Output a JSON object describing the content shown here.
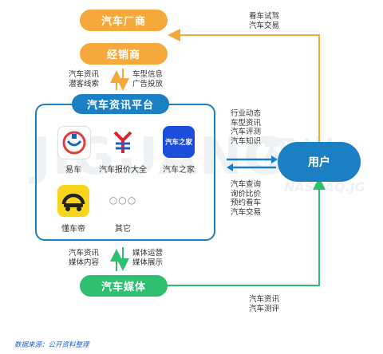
{
  "nodes": {
    "manufacturer": "汽车厂商",
    "dealer": "经销商",
    "platform": "汽车资讯平台",
    "user": "用户",
    "media": "汽车媒体"
  },
  "colors": {
    "orange": "#F6A93B",
    "blue": "#1B7FC3",
    "green": "#2FBF71"
  },
  "edges": {
    "user_to_manufacturer": [
      "看车试驾",
      "汽车交易"
    ],
    "dealer_to_platform": [
      "汽车资讯",
      "潜客线索"
    ],
    "platform_to_dealer": [
      "车型信息",
      "广告投放"
    ],
    "platform_to_user": [
      "行业动态",
      "车型资讯",
      "汽车评测",
      "汽车知识"
    ],
    "user_to_platform": [
      "汽车查询",
      "询价比价",
      "预约看车",
      "汽车交易"
    ],
    "media_to_platform": [
      "汽车资讯",
      "媒体内容"
    ],
    "platform_to_media": [
      "媒体运营",
      "媒体展示"
    ],
    "media_to_user": [
      "汽车资讯",
      "汽车测评"
    ]
  },
  "apps": [
    {
      "label": "易车",
      "icon": "yiche-logo-icon"
    },
    {
      "label": "汽车报价大全",
      "icon": "baojia-logo-icon"
    },
    {
      "label": "汽车之家",
      "icon": "autohome-logo-icon",
      "badge": "汽车之家"
    },
    {
      "label": "懂车帝",
      "icon": "dongchedi-logo-icon"
    },
    {
      "label": "其它",
      "icon": "more-dots-icon",
      "symbol": "○○○"
    }
  ],
  "watermark": {
    "brand": "JIGUANG",
    "cn": "极光",
    "sub": "NASDAQ.JG"
  },
  "source": "数据来源：公开资料整理"
}
